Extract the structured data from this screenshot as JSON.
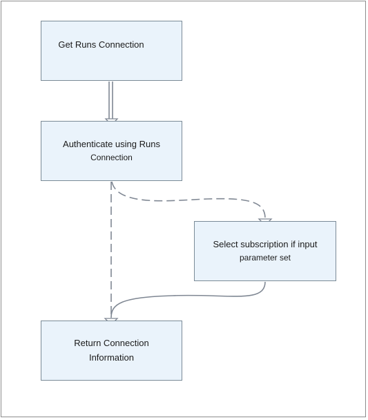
{
  "diagram": {
    "nodes": [
      {
        "id": "get-runs-connection",
        "lines": [
          "Get Runs Connection"
        ]
      },
      {
        "id": "authenticate",
        "lines": [
          "Authenticate using Runs",
          "Connection"
        ]
      },
      {
        "id": "select-subscription",
        "lines": [
          "Select subscription if input",
          "parameter set"
        ]
      },
      {
        "id": "return-connection",
        "lines": [
          "Return Connection",
          "Information"
        ]
      }
    ],
    "edges": [
      {
        "from": "get-runs-connection",
        "to": "authenticate",
        "style": "double-solid"
      },
      {
        "from": "authenticate",
        "to": "select-subscription",
        "style": "dashed"
      },
      {
        "from": "authenticate",
        "to": "return-connection",
        "style": "dashed"
      },
      {
        "from": "select-subscription",
        "to": "return-connection",
        "style": "solid"
      }
    ],
    "colors": {
      "node_fill": "#eaf3fb",
      "node_border": "#7a8a96",
      "connector": "#7f8793",
      "frame": "#8c8c8c"
    }
  }
}
